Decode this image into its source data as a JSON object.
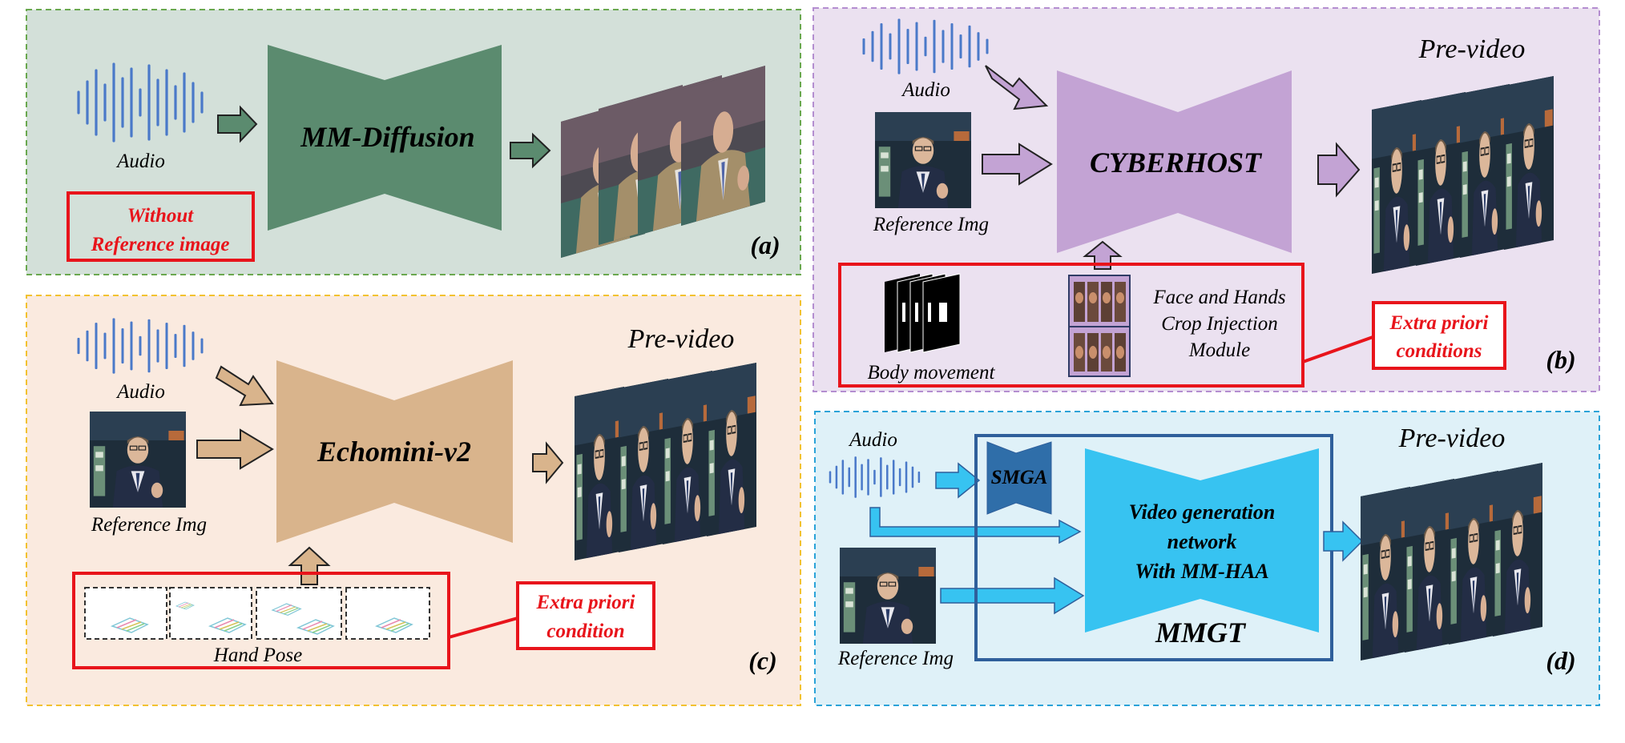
{
  "panels": {
    "a": {
      "tag": "(a)",
      "audio_label": "Audio",
      "model_label": "MM-Diffusion",
      "note_line1": "Without",
      "note_line2": "Reference image"
    },
    "b": {
      "tag": "(b)",
      "audio_label": "Audio",
      "ref_label": "Reference Img",
      "model_label": "CYBERHOST",
      "output_label": "Pre-video",
      "body_label": "Body movement",
      "crop_line1": "Face and Hands",
      "crop_line2": "Crop Injection",
      "crop_line3": "Module",
      "extra_line1": "Extra priori",
      "extra_line2": "conditions"
    },
    "c": {
      "tag": "(c)",
      "audio_label": "Audio",
      "ref_label": "Reference Img",
      "model_label": "Echomini-v2",
      "output_label": "Pre-video",
      "pose_label": "Hand Pose",
      "extra_line1": "Extra priori",
      "extra_line2": "condition"
    },
    "d": {
      "tag": "(d)",
      "audio_label": "Audio",
      "ref_label": "Reference Img",
      "smga_label": "SMGA",
      "net_line1": "Video generation",
      "net_line2": "network",
      "net_line3": "With MM-HAA",
      "mmgt_label": "MMGT",
      "output_label": "Pre-video"
    }
  },
  "colors": {
    "panel_a_bg": "#d3e0d9",
    "panel_b_bg": "#ebe1f0",
    "panel_c_bg": "#faeadf",
    "panel_d_bg": "#dff1f8",
    "mm_diffusion": "#5b8b6f",
    "cyberhost": "#c3a3d4",
    "echomini": "#d9b48c",
    "mmgt_net": "#37c3f1",
    "smga": "#2f6ea9",
    "mmgt_border": "#2f5f9b",
    "waveform": "#4a79c9",
    "highlight": "#e8141b"
  },
  "icons": {
    "audio": "audio-waveform-icon",
    "reference": "reference-image-icon",
    "video": "video-frames-icon"
  }
}
